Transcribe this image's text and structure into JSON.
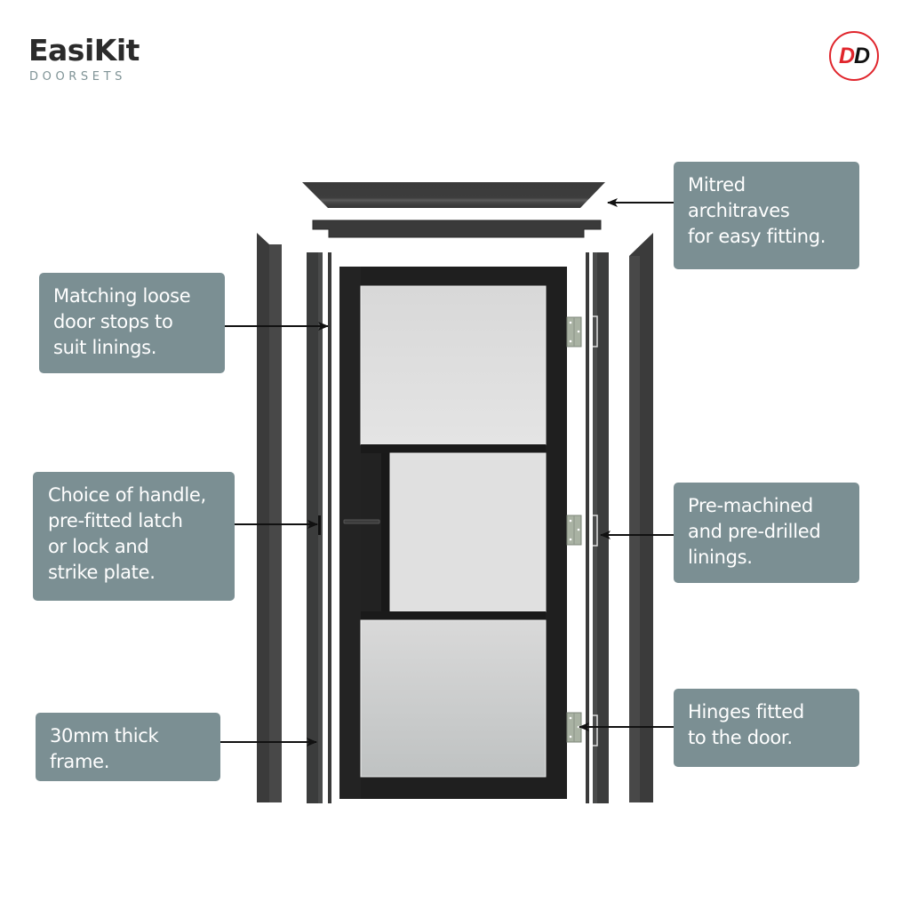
{
  "brand": {
    "name": "EasiKit",
    "subtitle": "DOORSETS",
    "badge": {
      "letters": [
        "D",
        "D"
      ],
      "colors": [
        "#e0252c",
        "#111111"
      ],
      "ring_color": "#e0252c"
    }
  },
  "diagram": {
    "subject": "Doorset exploded view",
    "door": {
      "frame_color": "#1f1f1f",
      "glass_color": "#dcdcdc",
      "panels": 3,
      "hinges": 3
    },
    "callout_color": "#7b8f93"
  },
  "callouts": {
    "architraves": {
      "text": "Mitred\narchitraves\nfor easy fitting."
    },
    "door_stops": {
      "text": "Matching loose\ndoor stops to\nsuit linings."
    },
    "handle": {
      "text": "Choice of handle,\npre-fitted latch\nor lock and\nstrike plate."
    },
    "linings": {
      "text": "Pre-machined\nand pre-drilled\nlinings."
    },
    "frame": {
      "text": "30mm thick\nframe."
    },
    "hinges": {
      "text": "Hinges fitted\nto the door."
    }
  }
}
